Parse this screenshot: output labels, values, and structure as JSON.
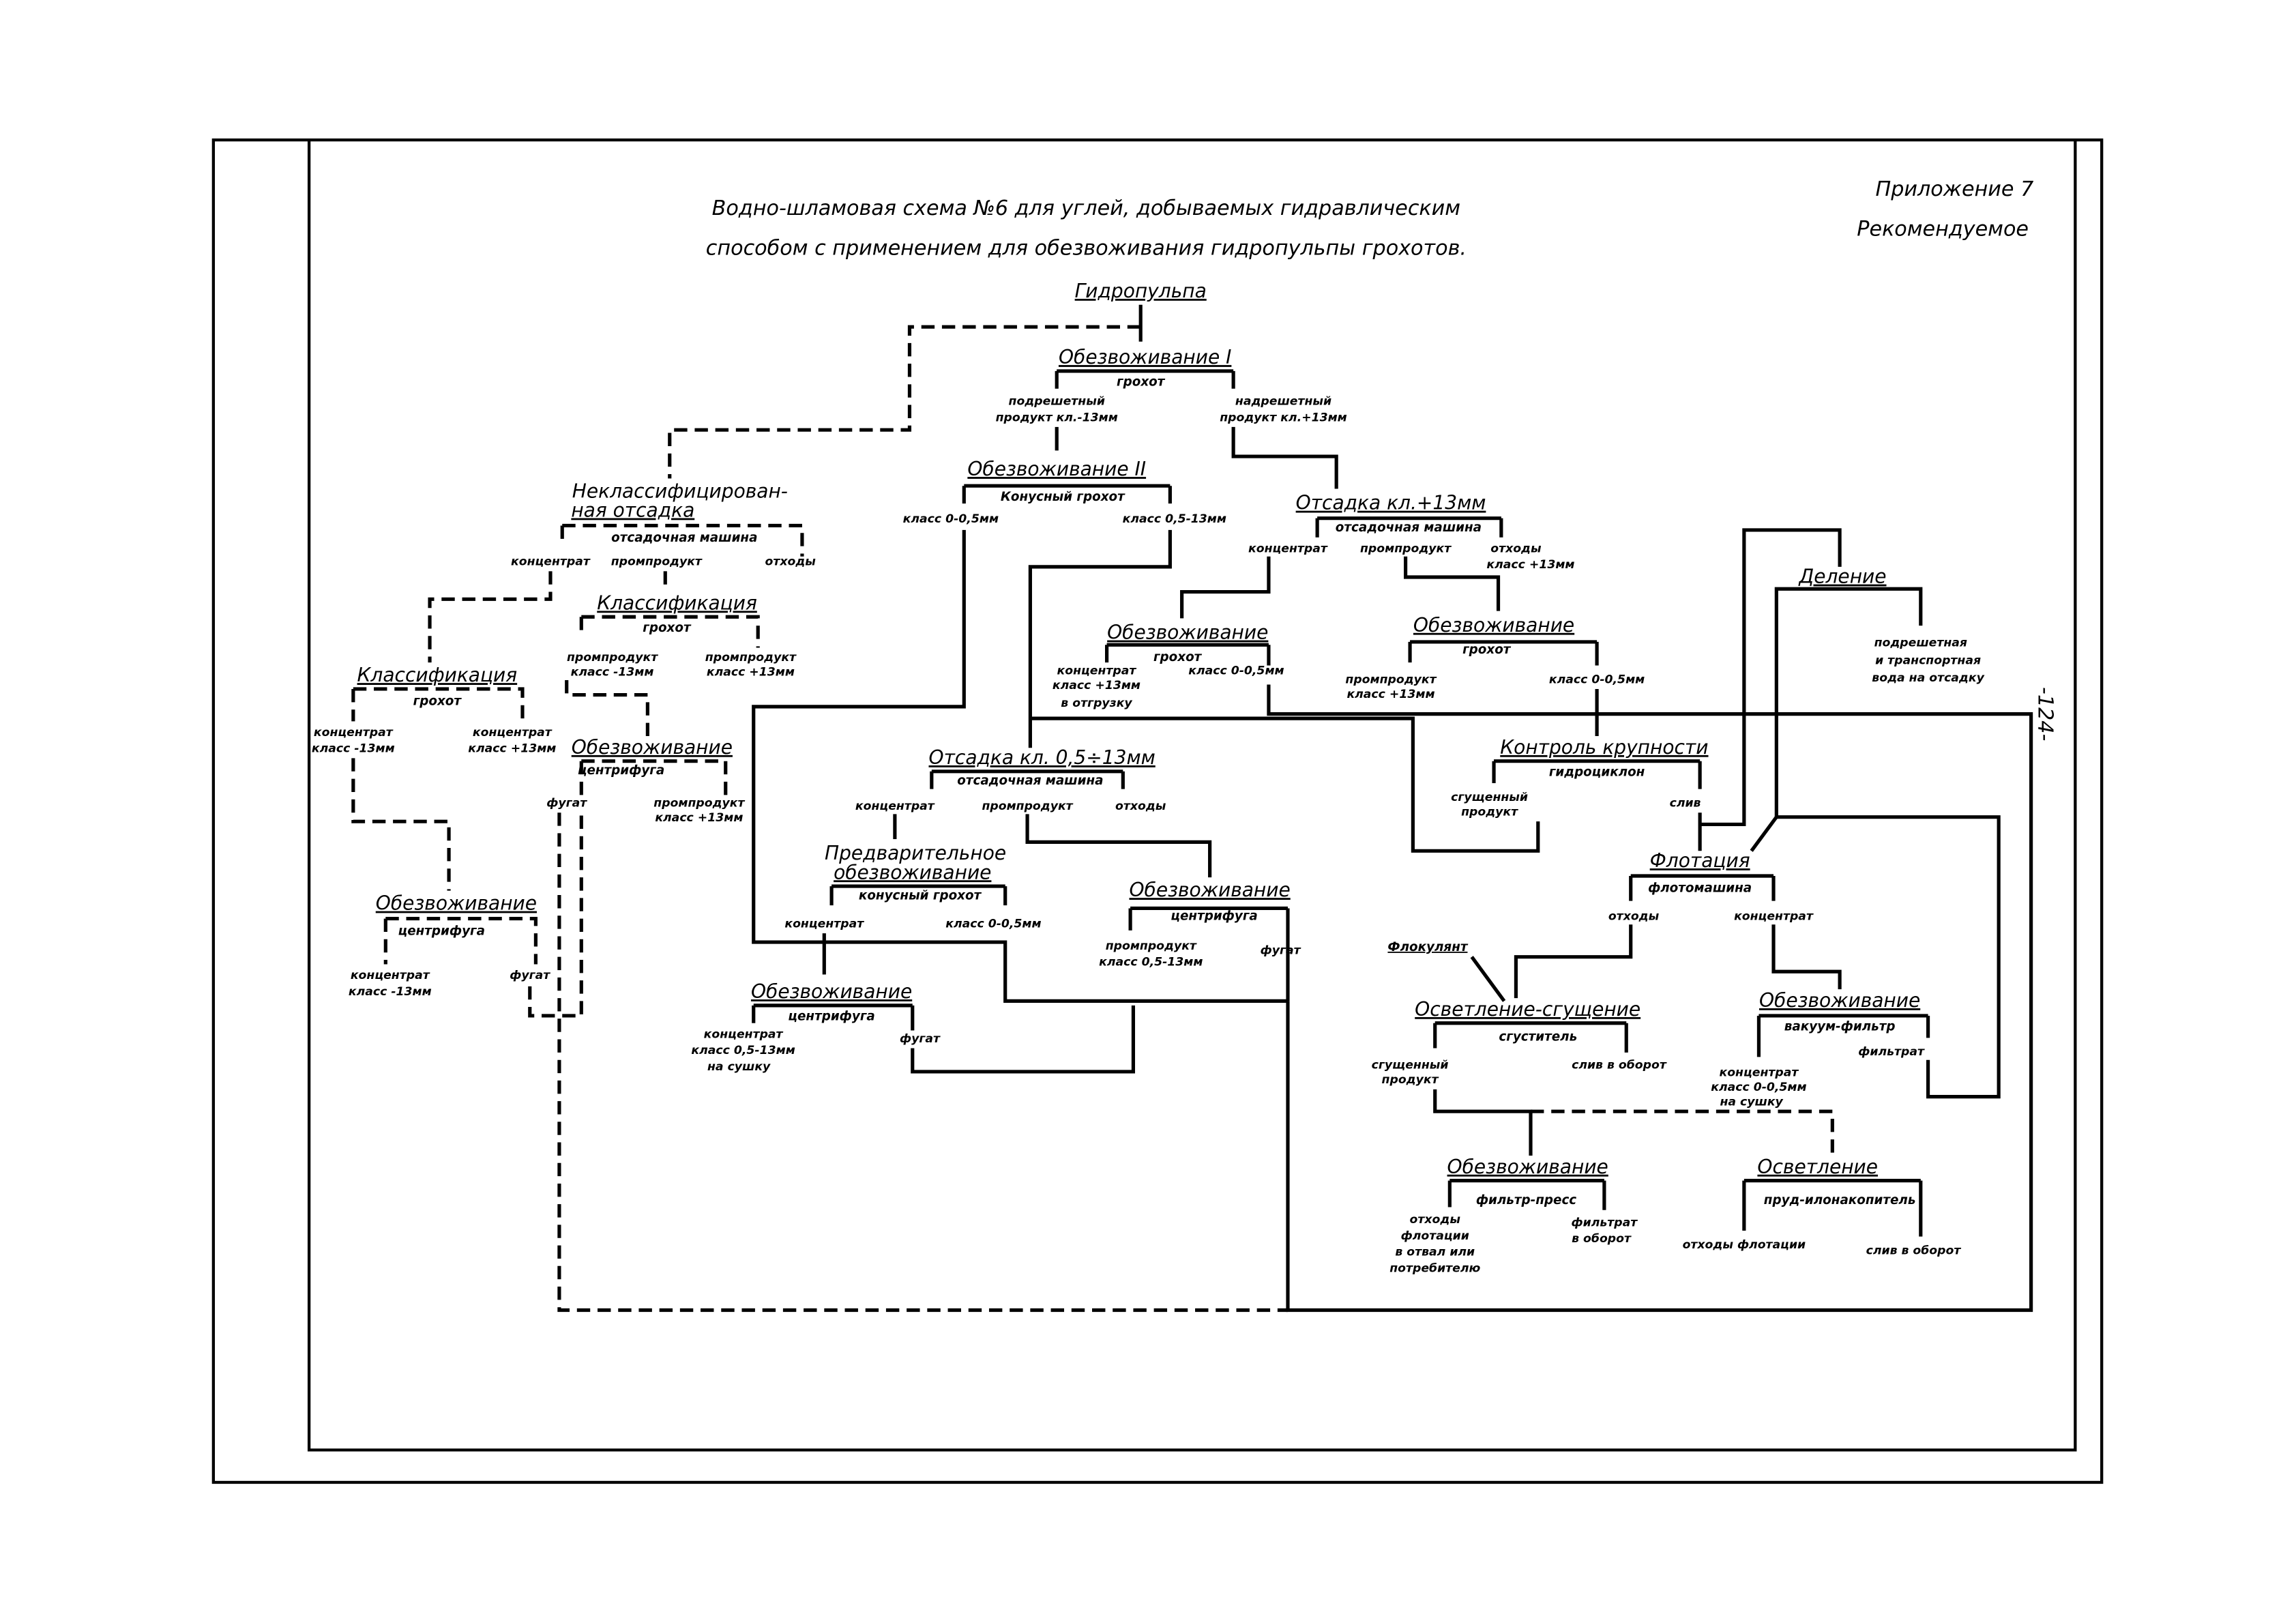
{
  "header": {
    "title_lines": [
      "Водно-шламовая схема №6 для углей, добываемых гидравлическим",
      "способом с применением для обезвоживания гидропульпы грохотов."
    ],
    "appendix": "Приложение 7",
    "status": "Рекомендуемое",
    "page_number": "-124-"
  },
  "nodes": {
    "hydropulp": {
      "title": "Гидропульпа"
    },
    "dewater1": {
      "title": "Обезвоживание I",
      "equipment": "грохот",
      "outputs": [
        [
          "подрешетный",
          "продукт кл.-13мм"
        ],
        [
          "надрешетный",
          "продукт кл.+13мм"
        ]
      ]
    },
    "dewater2": {
      "title": "Обезвоживание II",
      "equipment": "Конусный грохот",
      "outputs": [
        [
          "класс 0-0,5мм"
        ],
        [
          "класс 0,5-13мм"
        ]
      ]
    },
    "jig13": {
      "title": "Отсадка кл.+13мм",
      "equipment": "отсадочная машина",
      "outputs": [
        [
          "концентрат"
        ],
        [
          "промпродукт"
        ],
        [
          "отходы",
          "класс +13мм"
        ]
      ]
    },
    "unclassjig": {
      "title": [
        "Неклассифицирован-",
        "ная отсадка"
      ],
      "equipment": "отсадочная машина",
      "outputs": [
        [
          "концентрат"
        ],
        [
          "промпродукт"
        ],
        [
          "отходы"
        ]
      ]
    },
    "classif_mid": {
      "title": "Классификация",
      "equipment": "грохот",
      "outputs": [
        [
          "промпродукт",
          "класс -13мм"
        ],
        [
          "промпродукт",
          "класс +13мм"
        ]
      ]
    },
    "classif_left": {
      "title": "Классификация",
      "equipment": "грохот",
      "outputs": [
        [
          "концентрат",
          "класс -13мм"
        ],
        [
          "концентрат",
          "класс +13мм"
        ]
      ]
    },
    "centr_mid": {
      "title": "Обезвоживание",
      "equipment": "центрифуга",
      "outputs": [
        [
          "фугат"
        ],
        [
          "промпродукт",
          "класс +13мм"
        ]
      ]
    },
    "centr_left": {
      "title": "Обезвоживание",
      "equipment": "центрифуга",
      "outputs": [
        [
          "концентрат",
          "класс -13мм"
        ],
        [
          "фугат"
        ]
      ]
    },
    "screen_conc": {
      "title": "Обезвоживание",
      "equipment": "грохот",
      "outputs": [
        [
          "концентрат",
          "класс +13мм",
          "в отгрузку"
        ],
        [
          "класс 0-0,5мм"
        ]
      ]
    },
    "screen_mid": {
      "title": "Обезвоживание",
      "equipment": "грохот",
      "outputs": [
        [
          "промпродукт",
          "класс +13мм"
        ],
        [
          "класс 0-0,5мм"
        ]
      ]
    },
    "division": {
      "title": "Деление",
      "outputs": [
        [
          "подрешетная",
          "и транспортная",
          "вода на отсадку"
        ]
      ]
    },
    "jig05": {
      "title": "Отсадка кл. 0,5÷13мм",
      "equipment": "отсадочная машина",
      "outputs": [
        [
          "концентрат"
        ],
        [
          "промпродукт"
        ],
        [
          "отходы"
        ]
      ]
    },
    "predewater": {
      "title": [
        "Предварительное",
        "обезвоживание"
      ],
      "equipment": "конусный грохот",
      "outputs": [
        [
          "концентрат"
        ],
        [
          "класс 0-0,5мм"
        ]
      ]
    },
    "centr_prom": {
      "title": "Обезвоживание",
      "equipment": "центрифуга",
      "outputs": [
        [
          "промпродукт",
          "класс 0,5-13мм"
        ],
        [
          "фугат"
        ]
      ]
    },
    "centr_conc": {
      "title": "Обезвоживание",
      "equipment": "центрифуга",
      "outputs": [
        [
          "концентрат",
          "класс 0,5-13мм",
          "на сушку"
        ],
        [
          "фугат"
        ]
      ]
    },
    "sizecontrol": {
      "title": "Контроль крупности",
      "equipment": "гидроциклон",
      "outputs": [
        [
          "сгущенный",
          "продукт"
        ],
        [
          "слив"
        ]
      ]
    },
    "flotation": {
      "title": "Флотация",
      "equipment": "флотомашина",
      "outputs": [
        [
          "отходы"
        ],
        [
          "концентрат"
        ]
      ]
    },
    "flocculant": {
      "title": "Флокулянт"
    },
    "thickening": {
      "title": "Осветление-сгущение",
      "equipment": "сгуститель",
      "outputs": [
        [
          "сгущенный",
          "продукт"
        ],
        [
          "слив в оборот"
        ]
      ]
    },
    "vacfilter": {
      "title": "Обезвоживание",
      "equipment": "вакуум-фильтр",
      "outputs": [
        [
          "концентрат",
          "класс 0-0,5мм",
          "на сушку"
        ],
        [
          "фильтрат"
        ]
      ]
    },
    "filterpress": {
      "title": "Обезвоживание",
      "equipment": "фильтр-пресс",
      "outputs": [
        [
          "отходы",
          "флотации",
          "в отвал или",
          "потребителю"
        ],
        [
          "фильтрат",
          "в оборот"
        ]
      ]
    },
    "clarification": {
      "title": "Осветление",
      "equipment": "пруд-илонакопитель",
      "outputs": [
        [
          "отходы флотации"
        ],
        [
          "слив в оборот"
        ]
      ]
    }
  }
}
